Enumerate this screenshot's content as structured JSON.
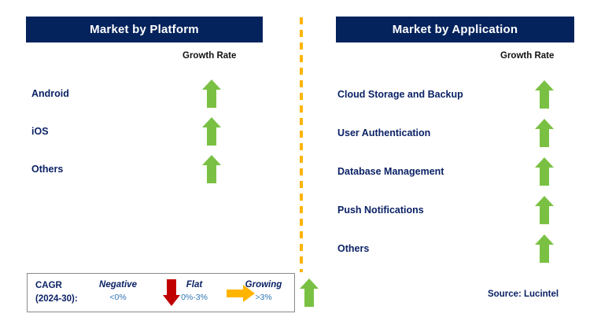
{
  "colors": {
    "header_navy": "#04235C",
    "text_navy": "#0B2265",
    "arrow_green": "#7AC143",
    "arrow_red": "#C00000",
    "arrow_orange": "#FFB400",
    "divider_orange": "#FFB400",
    "legend_value_blue": "#2E74B5",
    "legend_border": "#8A8A8A"
  },
  "panels": [
    {
      "id": "platform",
      "title": "Market by Platform",
      "column_header": "Growth Rate",
      "rows": [
        {
          "label": "Android",
          "growth": "up",
          "icon": "arrow-up-green-icon"
        },
        {
          "label": "iOS",
          "growth": "up",
          "icon": "arrow-up-green-icon"
        },
        {
          "label": "Others",
          "growth": "up",
          "icon": "arrow-up-green-icon"
        }
      ]
    },
    {
      "id": "application",
      "title": "Market by Application",
      "column_header": "Growth Rate",
      "rows": [
        {
          "label": "Cloud Storage and Backup",
          "growth": "up",
          "icon": "arrow-up-green-icon"
        },
        {
          "label": "User Authentication",
          "growth": "up",
          "icon": "arrow-up-green-icon"
        },
        {
          "label": "Database Management",
          "growth": "up",
          "icon": "arrow-up-green-icon"
        },
        {
          "label": "Push Notifications",
          "growth": "up",
          "icon": "arrow-up-green-icon"
        },
        {
          "label": "Others",
          "growth": "up",
          "icon": "arrow-up-green-icon"
        }
      ]
    }
  ],
  "legend": {
    "cagr_line1": "CAGR",
    "cagr_line2": "(2024-30):",
    "items": [
      {
        "title": "Negative",
        "value": "<0%",
        "icon": "arrow-down-red-icon"
      },
      {
        "title": "Flat",
        "value": "0%-3%",
        "icon": "arrow-right-orange-icon"
      },
      {
        "title": "Growing",
        "value": ">3%",
        "icon": "arrow-up-green-icon"
      }
    ]
  },
  "source": "Source: Lucintel"
}
